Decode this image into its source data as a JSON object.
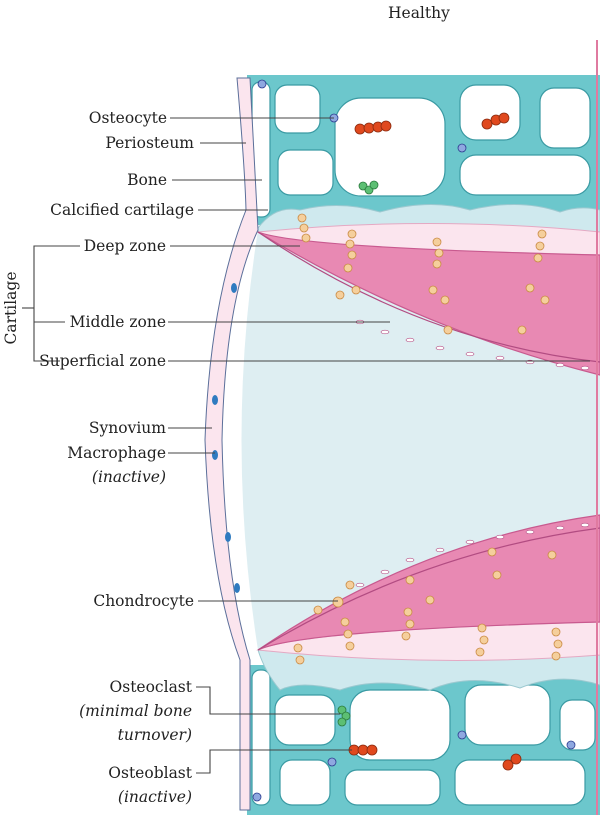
{
  "title": "Healthy",
  "labels": {
    "osteocyte": "Osteocyte",
    "periosteum": "Periosteum",
    "bone": "Bone",
    "calcified_cartilage": "Calcified cartilage",
    "cartilage": "Cartilage",
    "deep_zone": "Deep zone",
    "middle_zone": "Middle zone",
    "superficial_zone": "Superficial zone",
    "synovium": "Synovium",
    "macrophage": "Macrophage",
    "macrophage_state": "(inactive)",
    "chondrocyte": "Chondrocyte",
    "osteoclast": "Osteoclast",
    "osteoclast_state_1": "(minimal bone",
    "osteoclast_state_2": "turnover)",
    "osteoblast": "Osteoblast",
    "osteoblast_state": "(inactive)"
  },
  "colors": {
    "bone": "#6cc7cc",
    "bone_outline": "#3a9aa3",
    "synovial_fluid": "#deeef2",
    "cartilage_pink": "#e889b3",
    "cartilage_light": "#fbe5ee",
    "chondrocyte": "#f5cf9c",
    "osteoblast": "#e0491e",
    "osteoclast": "#5cbf73",
    "macrophage": "#2f7bc0"
  }
}
